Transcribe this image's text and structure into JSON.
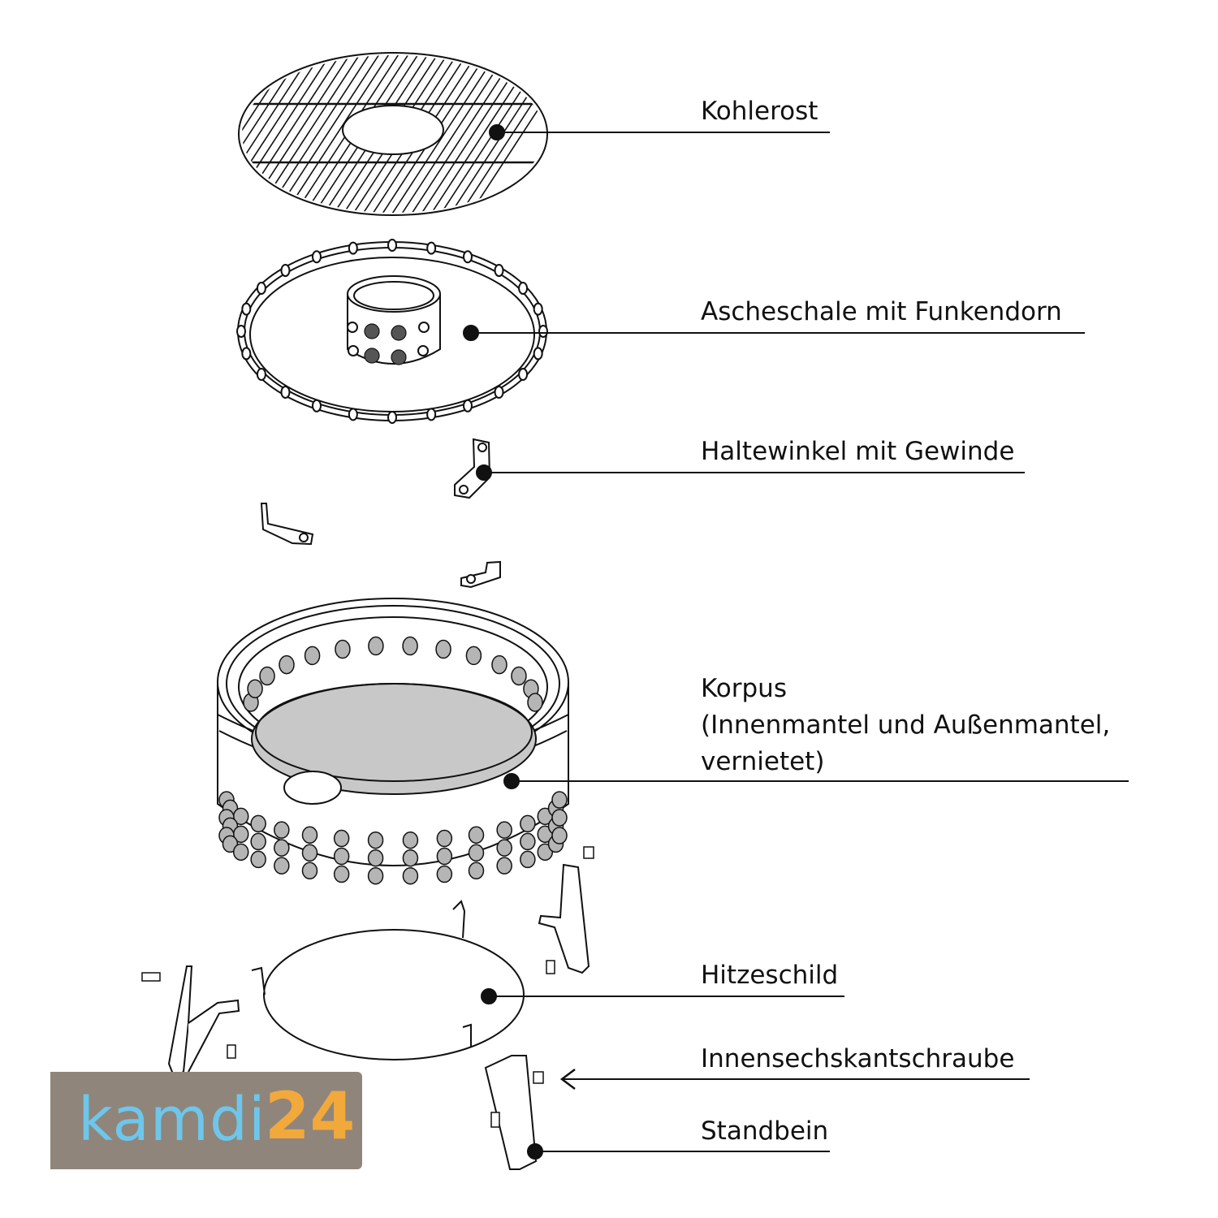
{
  "labels": {
    "kohlerost": "Kohlerost",
    "ascheschale": "Ascheschale mit Funkendorn",
    "haltewinkel": "Haltewinkel mit Gewinde",
    "korpus": [
      "Korpus",
      "(Innenmantel und Außenmantel,",
      "vernietet)"
    ],
    "hitzeschild": "Hitzeschild",
    "schraube": "Innensechskantschraube",
    "standbein": "Standbein"
  },
  "logo": {
    "text": "kamdi",
    "number": "24",
    "text_color": "#6ec6ea",
    "number_color": "#f2a93b",
    "background": "#8f857b"
  },
  "colors": {
    "line": "#111111",
    "hole_fill": "#b5b5b5",
    "floor_fill": "#c8c8c8"
  }
}
